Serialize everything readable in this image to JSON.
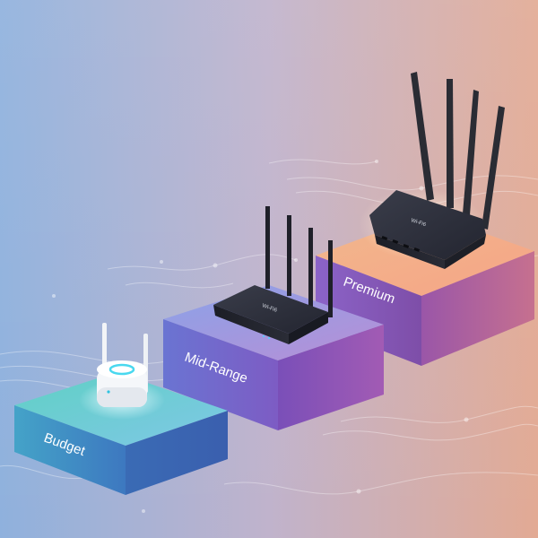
{
  "tiers": [
    {
      "label": "Budget"
    },
    {
      "label": "Mid-Range",
      "device_brand": "Wi-Fi6"
    },
    {
      "label": "Premium",
      "device_brand": "Wi-Fi6"
    }
  ]
}
